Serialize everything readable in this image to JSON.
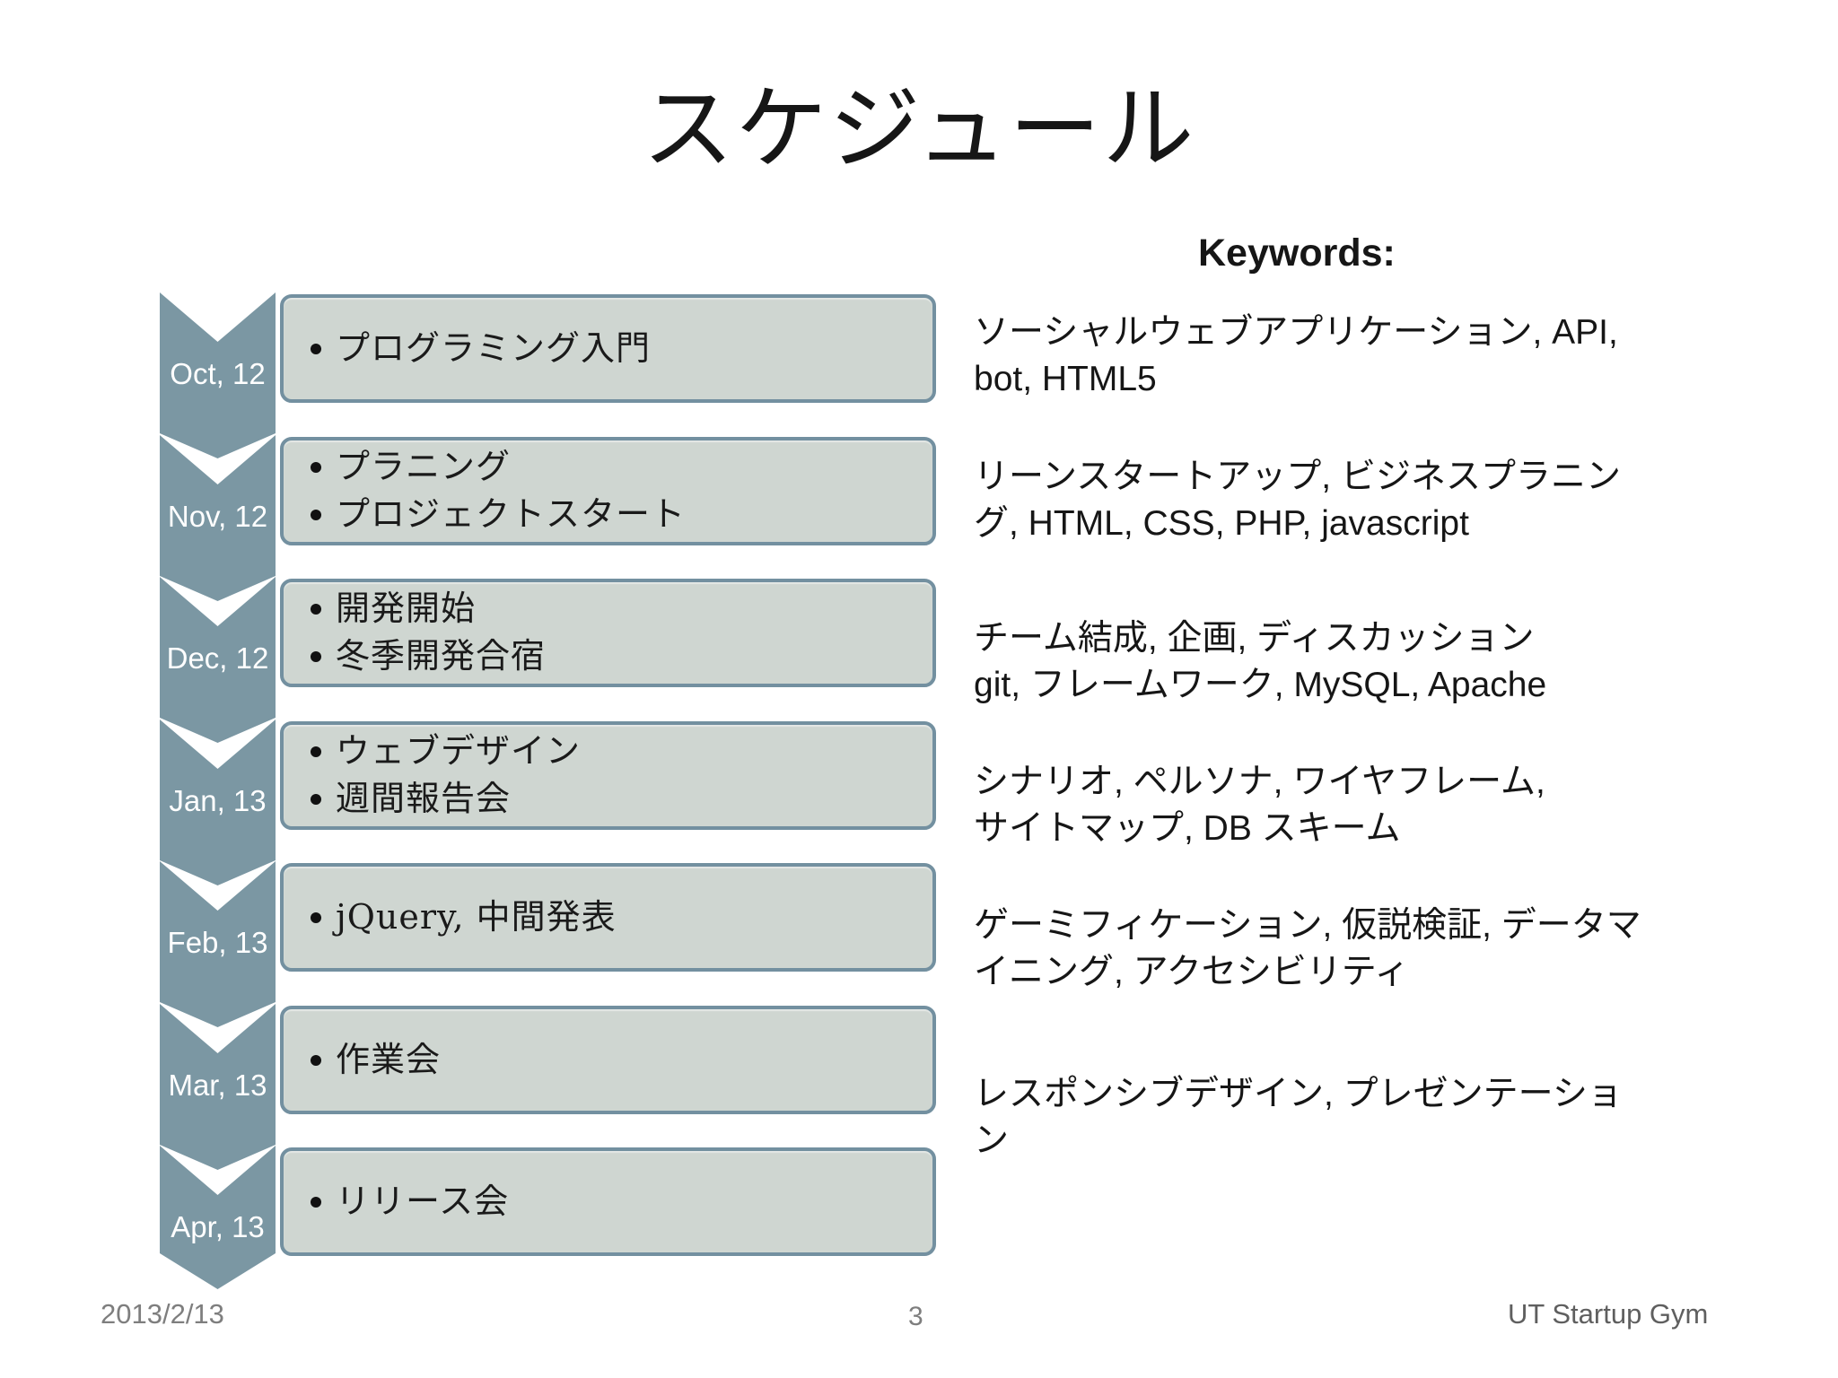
{
  "slide": {
    "title": "スケジュール",
    "keywords_heading": "Keywords:",
    "page_number": "3",
    "footer": {
      "date": "2013/2/13",
      "organization": "UT Startup Gym"
    },
    "timeline": [
      {
        "label": "Oct, 12",
        "bullets": [
          "プログラミング入門"
        ]
      },
      {
        "label": "Nov, 12",
        "bullets": [
          "プラニング",
          "プロジェクトスタート"
        ]
      },
      {
        "label": "Dec, 12",
        "bullets": [
          "開発開始",
          "冬季開発合宿"
        ]
      },
      {
        "label": "Jan, 13",
        "bullets": [
          "ウェブデザイン",
          "週間報告会"
        ]
      },
      {
        "label": "Feb, 13",
        "bullets": [
          "jQuery, 中間発表"
        ]
      },
      {
        "label": "Mar, 13",
        "bullets": [
          "作業会"
        ]
      },
      {
        "label": "Apr, 13",
        "bullets": [
          "リリース会"
        ]
      }
    ],
    "keyword_blocks": [
      "ソーシャルウェブアプリケーション, API,\nbot, HTML5",
      "リーンスタートアップ, ビジネスプラニン\nグ, HTML, CSS, PHP, javascript",
      "チーム結成, 企画, ディスカッション\ngit, フレームワーク, MySQL, Apache",
      "シナリオ, ペルソナ, ワイヤフレーム,\nサイトマップ, DB スキーム",
      "ゲーミフィケーション, 仮説検証, データマ\nイニング, アクセシビリティ",
      "レスポンシブデザイン, プレゼンテーショ\nン"
    ],
    "colors": {
      "chevron_fill": "#7b97a3",
      "box_fill": "#cfd6d1",
      "box_border": "#7390a0",
      "footer_text": "#7e7e7e",
      "text": "#161616"
    }
  }
}
